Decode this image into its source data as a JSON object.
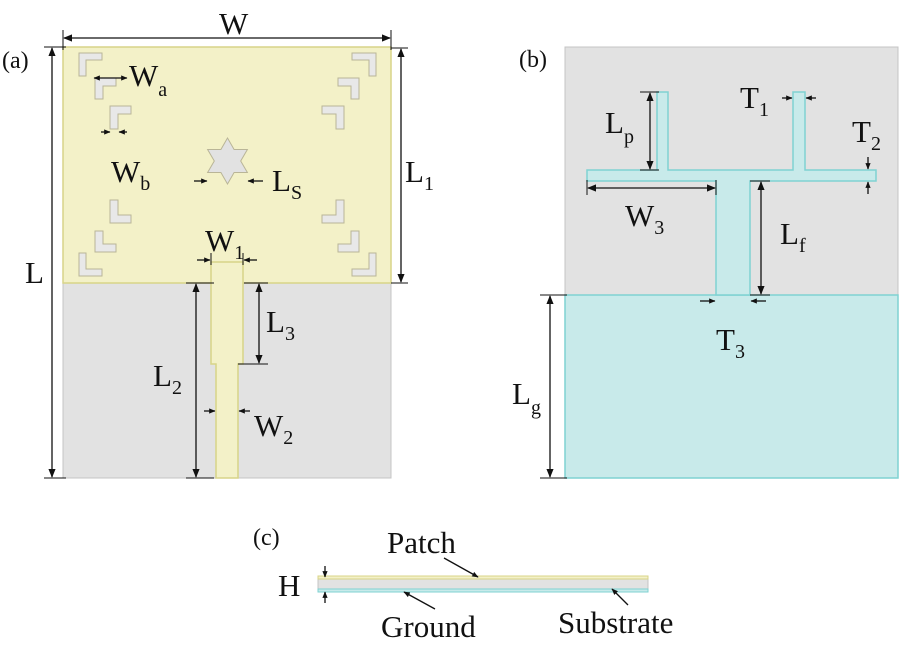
{
  "panels": {
    "a": {
      "tag": "(a)",
      "labels": {
        "W": "W",
        "L": "L",
        "L1": {
          "main": "L",
          "sub": "1"
        },
        "Wa": {
          "main": "W",
          "sub": "a"
        },
        "Wb": {
          "main": "W",
          "sub": "b"
        },
        "Ls": {
          "main": "L",
          "sub": "S"
        },
        "W1": {
          "main": "W",
          "sub": "1"
        },
        "L2": {
          "main": "L",
          "sub": "2"
        },
        "L3": {
          "main": "L",
          "sub": "3"
        },
        "W2": {
          "main": "W",
          "sub": "2"
        }
      }
    },
    "b": {
      "tag": "(b)",
      "labels": {
        "Lp": {
          "main": "L",
          "sub": "p"
        },
        "T1": {
          "main": "T",
          "sub": "1"
        },
        "T2": {
          "main": "T",
          "sub": "2"
        },
        "W3": {
          "main": "W",
          "sub": "3"
        },
        "Lf": {
          "main": "L",
          "sub": "f"
        },
        "T3": {
          "main": "T",
          "sub": "3"
        },
        "Lg": {
          "main": "L",
          "sub": "g"
        }
      }
    },
    "c": {
      "tag": "(c)",
      "labels": {
        "H": "H",
        "patch": "Patch",
        "ground": "Ground",
        "substrate": "Substrate"
      }
    }
  },
  "colors": {
    "patch": "#f3f1c8",
    "patch_edge": "#d8d488",
    "substrate": "#e3e3e3",
    "ground": "#c8eaea",
    "ground_edge": "#7fd2d2",
    "slot": "#e6e6e6"
  },
  "icons": {
    "patch_star_slot": "hexagram",
    "corner_slots": "L-shaped-brackets"
  }
}
